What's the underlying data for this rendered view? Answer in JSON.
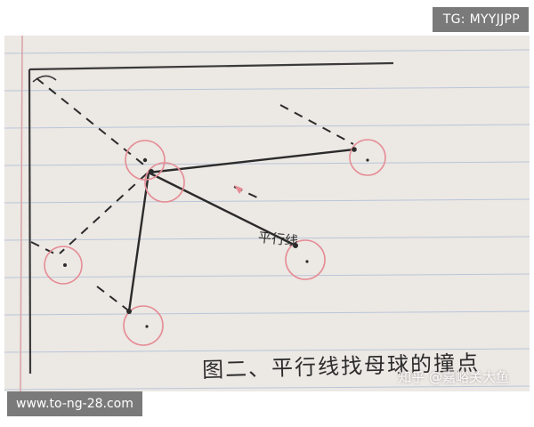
{
  "overlay": {
    "top_tag": "TG: MYYJJPP",
    "bottom_tag": "www.to-ng-28.com",
    "watermark": "知乎 @嘉峪关大鱼"
  },
  "drawing": {
    "label_parallel": "平行线",
    "caption": "图二、平行线找母球的撞点"
  },
  "colors": {
    "paper": "#ece8e4",
    "ruled_line": "#b9c6d8",
    "margin_line": "#d9a1a6",
    "ink": "#2b2b2b",
    "ball_outline": "#e58c95",
    "tag_bg": "#7a7a7a"
  }
}
